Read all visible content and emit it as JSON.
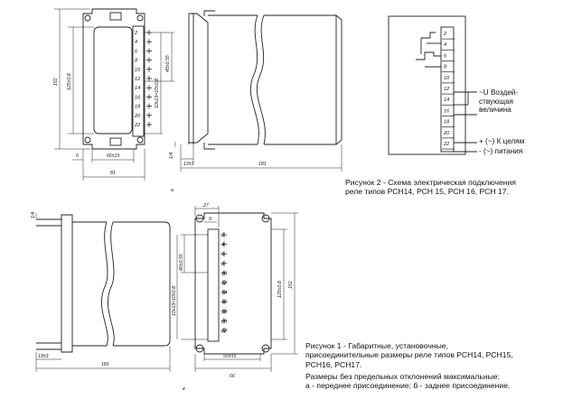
{
  "figure_a": {
    "terminals": [
      "2",
      "4",
      "6",
      "8",
      "10",
      "12",
      "14",
      "16",
      "18",
      "20",
      "22"
    ],
    "dims": {
      "height_total": "152",
      "height_inner": "125±0,8",
      "left_small": "6",
      "width_pin": "66±15",
      "width_total": "81",
      "hole_offset": "10x13=10±0,8",
      "pitch": "40±0,55",
      "gap": "1/4",
      "offset": "13±3",
      "depth": "181"
    },
    "label": "а"
  },
  "figure_b": {
    "terminals": [
      "2",
      "4",
      "6",
      "8",
      "10",
      "12",
      "14",
      "16",
      "18",
      "20",
      "22"
    ],
    "dims": {
      "top": "27",
      "top_small": "9",
      "height_total": "152",
      "height_inner": "125±0,8",
      "pitch": "40±0,55",
      "hole_offset": "10x13=10±0,8",
      "width_pin": "55±15",
      "width_total": "66",
      "gap": "1/4",
      "offset": "13±3",
      "depth": "181"
    },
    "label": "в"
  },
  "schematic": {
    "terminals": [
      "2",
      "4",
      "6",
      "8",
      "10",
      "12",
      "14",
      "16",
      "18",
      "20",
      "22"
    ],
    "label_supply": "~U Воздей-\nствующая\nвеличина",
    "label_power_plus": "+ (~) К целям",
    "label_power_minus": "- (~) питания"
  },
  "captions": {
    "fig2": "Рисунок 2 - Схема электрическая подключения\nреле типов РСН14, РСН 15, РСН 16, РСН 17.",
    "fig1": "Рисунок 1 - Габаритные, установочные,\nприсоединительные размеры реле типов РСН14, РСН15,\nРСН16, РСН17.",
    "note": "Размеры без предельных отклонений максимальные:\nа - переднее присоединение; б - заднее присоединение."
  }
}
